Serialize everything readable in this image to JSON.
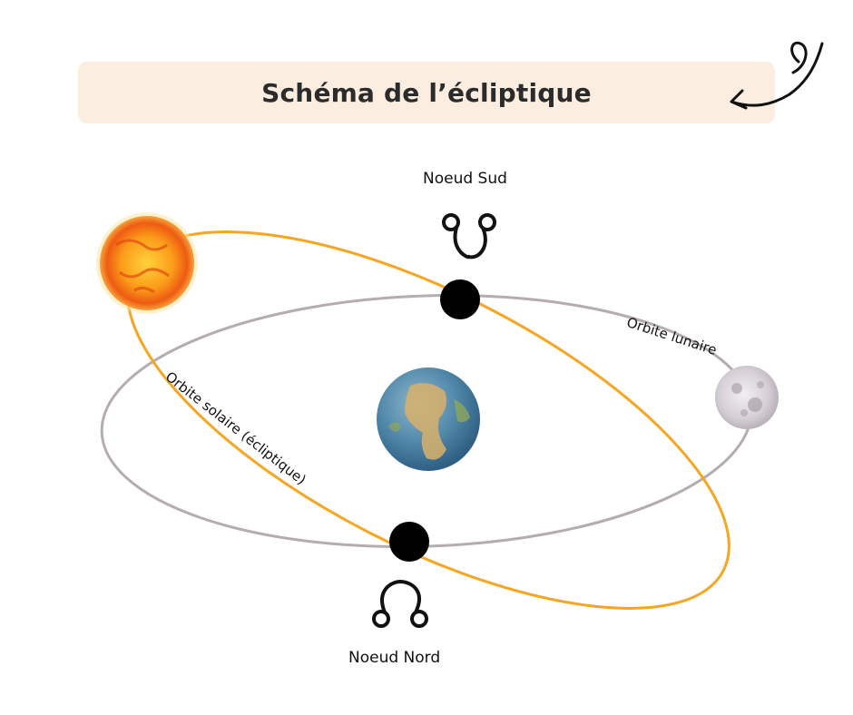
{
  "title": "Schéma de l’écliptique",
  "labels": {
    "noeud_sud": "Noeud Sud",
    "noeud_nord": "Noeud Nord",
    "orbite_lunaire": "Orbite lunaire",
    "orbite_solaire": "Orbite solaire (écliptique)"
  },
  "colors": {
    "banner": "#fbeee0",
    "ecliptic_orbit": "#f5a623",
    "lunar_orbit": "#b5acb0",
    "node": "#000000"
  }
}
